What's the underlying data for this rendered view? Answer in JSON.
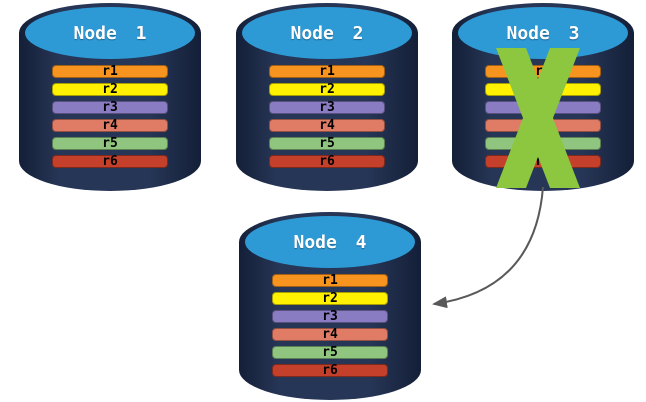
{
  "diagram": {
    "description": "Replicated database nodes; failed node replicated to new node",
    "nodes": [
      {
        "label": "Node 1",
        "failed": false,
        "replicas": [
          "r1",
          "r2",
          "r3",
          "r4",
          "r5",
          "r6"
        ]
      },
      {
        "label": "Node 2",
        "failed": false,
        "replicas": [
          "r1",
          "r2",
          "r3",
          "r4",
          "r5",
          "r6"
        ]
      },
      {
        "label": "Node 3",
        "failed": true,
        "replicas": [
          "r1",
          "r2",
          "r3",
          "r4",
          "r5",
          "r6"
        ]
      },
      {
        "label": "Node 4",
        "failed": false,
        "replicas": [
          "r1",
          "r2",
          "r3",
          "r4",
          "r5",
          "r6"
        ]
      }
    ],
    "replica_colors": {
      "r1": "#F79420",
      "r2": "#FFF100",
      "r3": "#8A7CC2",
      "r4": "#E07B66",
      "r5": "#8FC57E",
      "r6": "#C4402B"
    },
    "colors": {
      "cylinder_body": "#1B2B4D",
      "cylinder_top": "#2E9AD5",
      "node_label_text": "#FFFFFF",
      "replica_text": "#000000",
      "failure_x": "#8DC63F",
      "arrow": "#595959"
    },
    "arrow": {
      "from": "Node 3",
      "to": "Node 4"
    }
  }
}
